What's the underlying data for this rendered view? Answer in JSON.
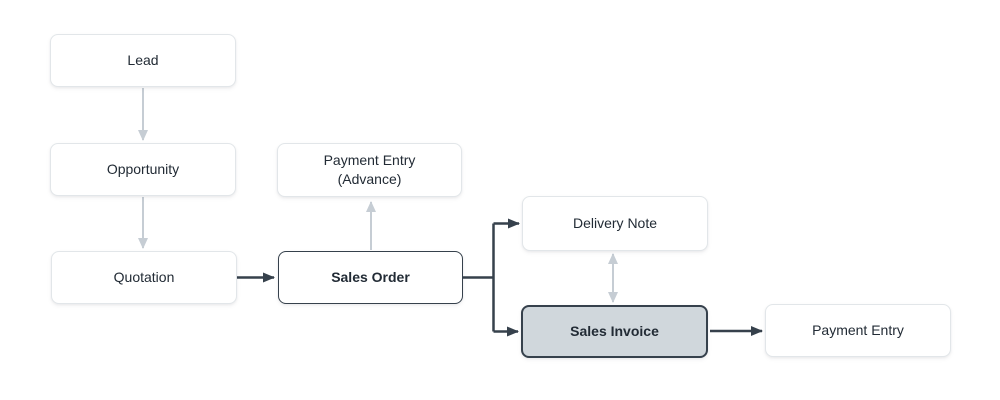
{
  "diagram": {
    "type": "flowchart",
    "nodes": {
      "lead": {
        "label": "Lead"
      },
      "opportunity": {
        "label": "Opportunity"
      },
      "quotation": {
        "label": "Quotation"
      },
      "payment_entry_advance": {
        "line1": "Payment Entry",
        "line2": "(Advance)"
      },
      "sales_order": {
        "label": "Sales Order"
      },
      "delivery_note": {
        "label": "Delivery Note"
      },
      "sales_invoice": {
        "label": "Sales Invoice"
      },
      "payment_entry": {
        "label": "Payment Entry"
      }
    },
    "edges": [
      {
        "from": "Lead",
        "to": "Opportunity",
        "direction": "down",
        "tone": "muted"
      },
      {
        "from": "Opportunity",
        "to": "Quotation",
        "direction": "down",
        "tone": "muted"
      },
      {
        "from": "Quotation",
        "to": "Sales Order",
        "direction": "right",
        "tone": "dark"
      },
      {
        "from": "Sales Order",
        "to": "Payment Entry (Advance)",
        "direction": "up",
        "tone": "muted"
      },
      {
        "from": "Sales Order",
        "to": "Delivery Note",
        "direction": "branch-right",
        "tone": "dark"
      },
      {
        "from": "Sales Order",
        "to": "Sales Invoice",
        "direction": "branch-right",
        "tone": "dark"
      },
      {
        "from": "Delivery Note",
        "to": "Sales Invoice",
        "direction": "bidirectional",
        "tone": "muted"
      },
      {
        "from": "Sales Invoice",
        "to": "Payment Entry",
        "direction": "right",
        "tone": "dark"
      }
    ],
    "colors": {
      "background": "#FFFFFF",
      "node_fill": "#FFFFFF",
      "node_border": "#E2E6E9",
      "node_text": "#222B35",
      "accent_dark": "#36414C",
      "muted_arrow": "#C6CDD4",
      "highlight_fill": "#D0D7DC"
    }
  }
}
